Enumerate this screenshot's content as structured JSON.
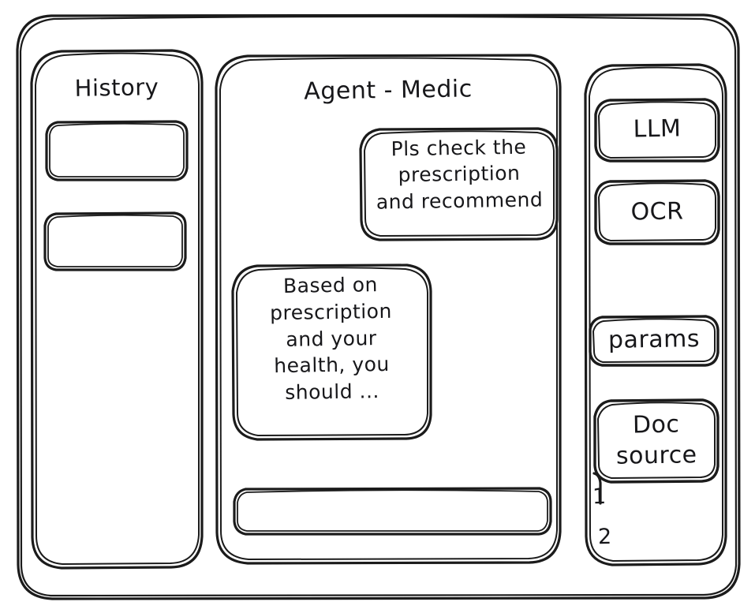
{
  "app": {
    "style": "hand-drawn-wireframe",
    "ink_color": "#1b1b1b",
    "background_color": "#ffffff"
  },
  "sidebar": {
    "title": "History",
    "items": [
      {
        "label": ""
      },
      {
        "label": ""
      }
    ]
  },
  "chat": {
    "title": "Agent - Medic",
    "messages": [
      {
        "role": "user",
        "text": "Pls check the\nprescription\nand recommend"
      },
      {
        "role": "agent",
        "text": "Based on\nprescription\nand your\nhealth, you\nshould ..."
      }
    ],
    "composer": {
      "value": "",
      "placeholder": ""
    }
  },
  "tools": {
    "buttons": [
      {
        "label": "LLM"
      },
      {
        "label": "OCR"
      },
      {
        "label": "params"
      },
      {
        "label": "Doc\nsource"
      }
    ],
    "doc_source_refs": [
      "1",
      "2"
    ]
  }
}
